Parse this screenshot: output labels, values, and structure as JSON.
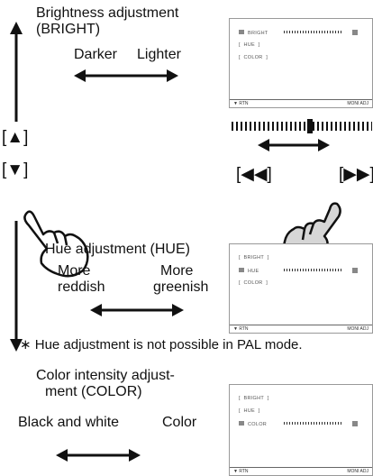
{
  "brightness": {
    "title_line1": "Brightness adjustment",
    "title_line2": "(BRIGHT)",
    "left_label": "Darker",
    "right_label": "Lighter"
  },
  "buttons": {
    "up_label": "[▲]",
    "down_label": "[▼]",
    "rewind_label": "[◀◀]",
    "forward_label": "[▶▶]"
  },
  "hue": {
    "title": "Hue adjustment (HUE)",
    "left_line1": "More",
    "left_line2": "reddish",
    "right_line1": "More",
    "right_line2": "greenish",
    "note": "∗ Hue adjustment is not possible in PAL mode."
  },
  "color": {
    "title_line1": "Color intensity adjust-",
    "title_line2": "ment (COLOR)",
    "left_label": "Black and white",
    "right_label": "Color"
  },
  "menu": {
    "items": [
      "BRIGHT",
      "HUE",
      "COLOR"
    ],
    "footer_left": "▼ RTN",
    "footer_right": "MONI  ADJ"
  }
}
